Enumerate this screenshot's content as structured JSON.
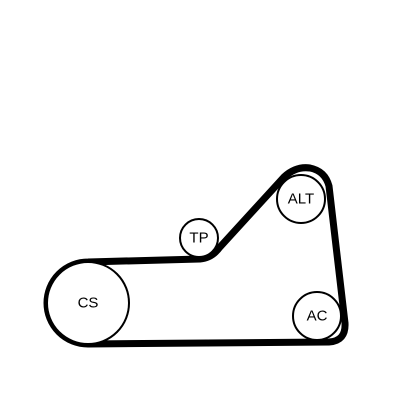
{
  "pulleys": {
    "cs": {
      "label": "CS"
    },
    "tp": {
      "label": "TP"
    },
    "alt": {
      "label": "ALT"
    },
    "ac": {
      "label": "AC"
    }
  }
}
